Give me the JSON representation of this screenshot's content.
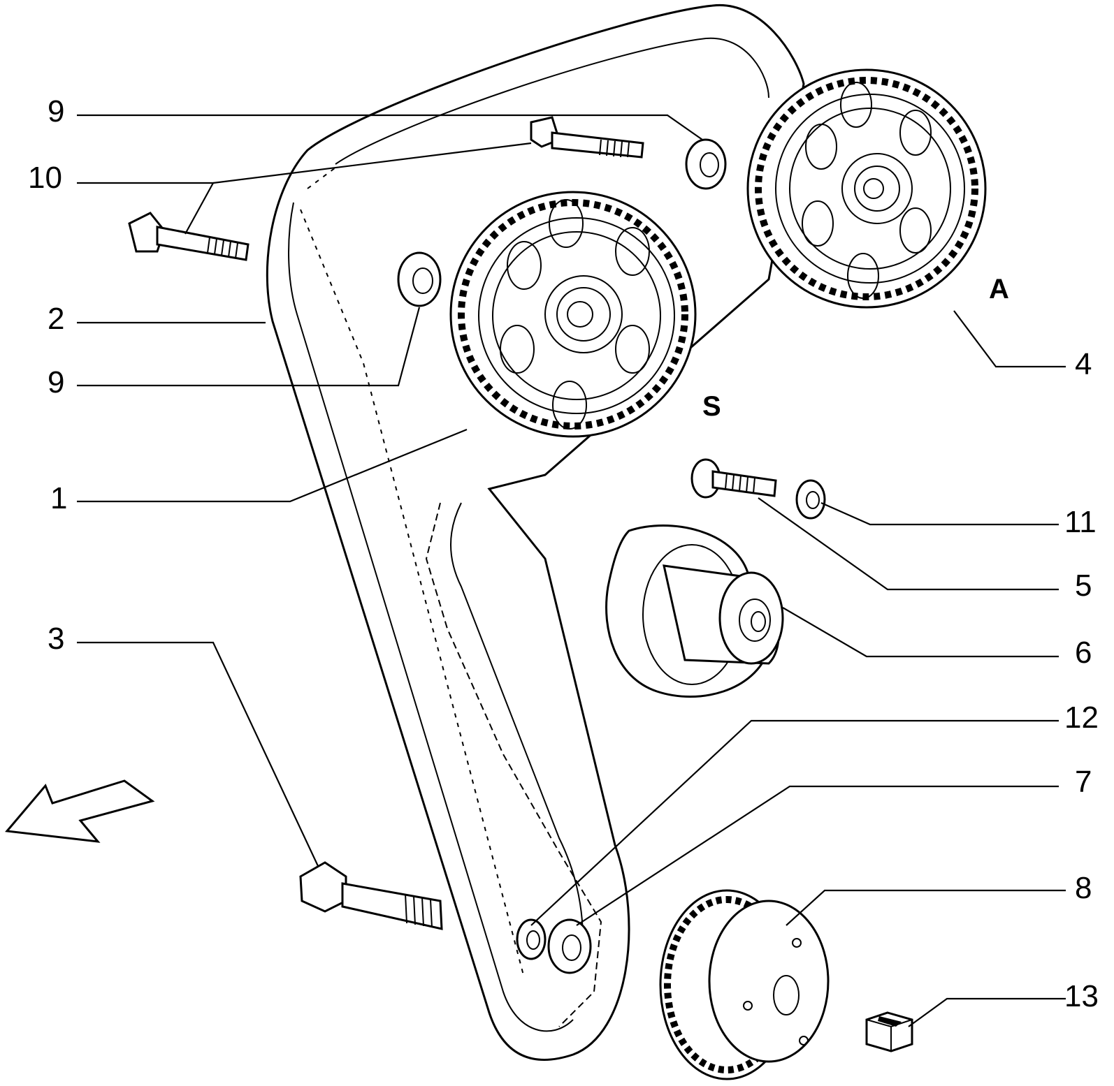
{
  "callouts": [
    {
      "id": "c9a",
      "text": "9"
    },
    {
      "id": "c10",
      "text": "10"
    },
    {
      "id": "c2",
      "text": "2"
    },
    {
      "id": "c9b",
      "text": "9"
    },
    {
      "id": "c1",
      "text": "1"
    },
    {
      "id": "c3",
      "text": "3"
    },
    {
      "id": "c4",
      "text": "4"
    },
    {
      "id": "c11",
      "text": "11"
    },
    {
      "id": "c5",
      "text": "5"
    },
    {
      "id": "c6",
      "text": "6"
    },
    {
      "id": "c12",
      "text": "12"
    },
    {
      "id": "c7",
      "text": "7"
    },
    {
      "id": "c8",
      "text": "8"
    },
    {
      "id": "c13",
      "text": "13"
    }
  ],
  "tags": {
    "a": "A",
    "s": "S"
  }
}
